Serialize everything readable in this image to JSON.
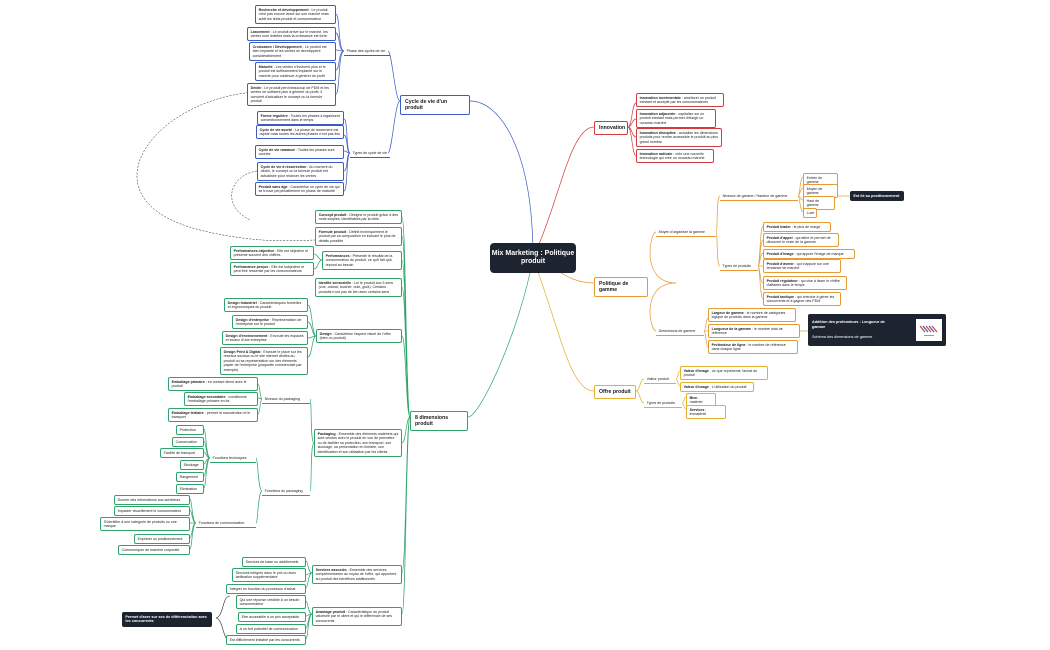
{
  "central": "Mix Marketing : Politique produit",
  "branches": {
    "cycle": "Cycle de vie d'un produit",
    "innovation": "Innovation",
    "gamme": "Politique de gamme",
    "offre": "Offre produit",
    "dimensions": "8 dimensions produit"
  },
  "cycle": {
    "phases_label": "Phase des cycles de vie",
    "types_label": "Types de cycle de vie",
    "phases": [
      {
        "t": "Recherche et développement",
        "d": " : Le produit n'est pas encore lancé sur son marché mais subit les tests produit et consommateur"
      },
      {
        "t": "Lancement",
        "d": " : Le produit arrive sur le marché, les ventes sont limitées mais la croissance est forte."
      },
      {
        "t": "Croissance / Développement",
        "d": " : Le produit est bien implanté et les ventes se développent considérablement"
      },
      {
        "t": "Maturité",
        "d": " : Les ventes n'évoluent plus et le produit est suffisamment implanté sur le marché pour continuer à générer du profit"
      },
      {
        "t": "Déclin",
        "d": " : Le produit perd beaucoup de PDM et les ventes ne suffisent plus à générer du profit. Il convient d'actualiser le concept ou la formule produit"
      }
    ],
    "types": [
      {
        "t": "Forme régulière",
        "d": " : Toutes les phases s'organisent conventionnement dans le temps"
      },
      {
        "t": "Cycle de vie avorté",
        "d": " : La phase de lancement est rapide mais toutes les autres phases n'ont pas lieu"
      },
      {
        "t": "Cycle de vie ramassé",
        "d": " : Toutes les phases sont courtes"
      },
      {
        "t": "Cycle de vie à résurrection",
        "d": " : Au moment du déclin, le concept ou la formule produit est actualisée pour relancer les ventes"
      },
      {
        "t": "Produit sans âge",
        "d": " : Caractérise un cycle de vie qui se trouve perpétuellement en phase de maturité"
      }
    ]
  },
  "innovation": [
    {
      "t": "Innovation incrémentale",
      "d": " : améliorer un produit existant et accepté par les consommateurs"
    },
    {
      "t": "Innovation adjacente",
      "d": " : capitalise sur un produit existant mais permet d'élargir un nouveau marché"
    },
    {
      "t": "Innovation disruptive",
      "d": " : actualise les dimensions produits pour rendre accessible le produit au plus grand nombre"
    },
    {
      "t": "Innovation radicale",
      "d": " : crée une nouvelle technologie qui crée un nouveau marché"
    }
  ],
  "gamme": {
    "moyen": "Moyen d'organiser la gamme",
    "niveaux": "Niveaux de gamme / Hauteur de gamme",
    "niveaux_items": [
      "Entrée de gamme",
      "Moyen de gamme",
      "Haut de gamme",
      "Luxe"
    ],
    "positionnement": "Est lié au positionnement",
    "types": "Types de produits",
    "types_items": [
      {
        "t": "Produit leader",
        "d": " : le plus de marge"
      },
      {
        "t": "Produit d'appel",
        "d": " : qui attire et permet de découvrir le reste de la gamme"
      },
      {
        "t": "Produit d'image",
        "d": " : qui appuie l'image de marque"
      },
      {
        "t": "Produit d'avenir",
        "d": " : qui s'appuie sur une tendance de marché"
      },
      {
        "t": "Produit régulateur",
        "d": " : qui vise à lisser le chiffre d'affaires dans le temps"
      },
      {
        "t": "Produit tactique",
        "d": " : qui cherche à gêner les concurrents et à gagner des PDM"
      }
    ],
    "dimensions": "Dimensions de gamme",
    "dim_items": [
      {
        "t": "Largeur de gamme",
        "d": " : le nombre de catégories logique de produits dans la gamme"
      },
      {
        "t": "Longueur de la gamme",
        "d": " : le nombre total de référence"
      },
      {
        "t": "Profondeur de ligne",
        "d": " : le nombre de référence dans chaque ligne"
      }
    ],
    "addition": "Addition des profondeurs : Longueur de gamme",
    "schema": "Schéma des dimensions de gamme"
  },
  "offre": {
    "valeur": "Valeur produit",
    "valeur_items": [
      {
        "t": "Valeur d'image",
        "d": " : ce que représente l'achat du produit"
      },
      {
        "t": "Valeur d'usage",
        "d": " : L'utilisation du produit"
      }
    ],
    "types": "Types de produits",
    "types_items": [
      {
        "t": "Bien",
        "d": " : matériel"
      },
      {
        "t": "Services",
        "d": " : immatériel"
      }
    ]
  },
  "dim": {
    "concept": {
      "t": "Concept produit",
      "d": " : Désigne le produit grâce à des mots simples, identifiables par la cible."
    },
    "formule": {
      "t": "Formule produit",
      "d": " : Définit techniquement le produit par sa composition en incluant le plus de détails possible"
    },
    "perfs": {
      "t": "Performances",
      "d": " : Présente le résultat de la consommation du produit, ce qu'il fait quil, répond au besoin"
    },
    "perf_obj": {
      "t": "Performances objective",
      "d": " : Elle est objective et présente souvent des chiffres"
    },
    "perf_per": {
      "t": "Performance perçue",
      "d": " : Elle est subjective et peut être ressentie par les consommateurs"
    },
    "identite": {
      "t": "Identité sensorielle",
      "d": " : Lie le produit aux 5 sens (vue, odorat, toucher, ouie, goût). Certains produits n'ont pas de lien avec certains sens"
    },
    "design": {
      "t": "Design",
      "d": " : Caractérise l'aspect visuel de l'offre (bien ou produit)"
    },
    "design_items": [
      {
        "t": "Design Industriel",
        "d": " : Caractéristiques formelles et ergonomiques du produit"
      },
      {
        "t": "Design d'entreprise",
        "d": " : Représentation de l'entreprise sur le produit"
      },
      {
        "t": "Design d'environnement",
        "d": " : Envoute les espaces et locaux d'une entreprise"
      },
      {
        "t": "Design Print & Digital",
        "d": " : Envoute le place sur les réseaux sociaux ou le site internet dédiés au produit ou sa représentation sur des éléments papier de l'entreprise (plaquette commerciale par exemple)"
      }
    ],
    "packaging": {
      "t": "Packaging",
      "d": " : Ensemble des éléments matériels qui sont vendus avec le produit en vue de permettre ou de faciliter sa protection, son transport, son stockage, sa présentation en linéaire, son identification et son utilisation par les clients."
    },
    "niveaux_pack": "Niveaux du packaging",
    "emballages": [
      {
        "t": "Emballage primaire",
        "d": " : en contact direct avec le produit"
      },
      {
        "t": "Emballage secondaire",
        "d": " : conditionne l'emballage primaire en lot"
      },
      {
        "t": "Emballage tertiaire",
        "d": " : permet la manutention et le transport"
      }
    ],
    "fonctions_pack": "Fonctions du packaging",
    "fonctions_tech": "Fonctions techniques",
    "tech_items": [
      "Protection",
      "Conservation",
      "Facilité de transport",
      "Stockage",
      "Rangement",
      "Elimination"
    ],
    "fonctions_com": "Fonctions de communication",
    "com_items": [
      "Donner des informations aux acheteurs",
      "Impacter visuellement le consommateur",
      "S'identifier à une catégorie de produits ou une marque",
      "Exprimer un positionnement",
      "Communiquer de manière corporate"
    ],
    "services": {
      "t": "Services associés",
      "d": " : Ensemble des services complémentaires au noyau de l'offre, qui apportent au produit des bénéfices additionnels"
    },
    "services_items": [
      "Services de base ou additionnels",
      "Services intégrés dans le prix ou avec tarification supplémentaire",
      "Intégrer en fonction du processus d'achat"
    ],
    "avantage": {
      "t": "Avantage produit",
      "d": " : Caractéristique du produit valorisée par le client et qui le différencie de ses concurrents"
    },
    "avantage_items": [
      "Qui une réponse crédible à un besoin consommateur",
      "Etre accessible à un prix acceptable",
      "A un fort potentiel de communication",
      "Est difficilement imitable par les concurrents"
    ],
    "differenciation": "Permet d'axer sur ses de différenciation avec les concurrents"
  }
}
